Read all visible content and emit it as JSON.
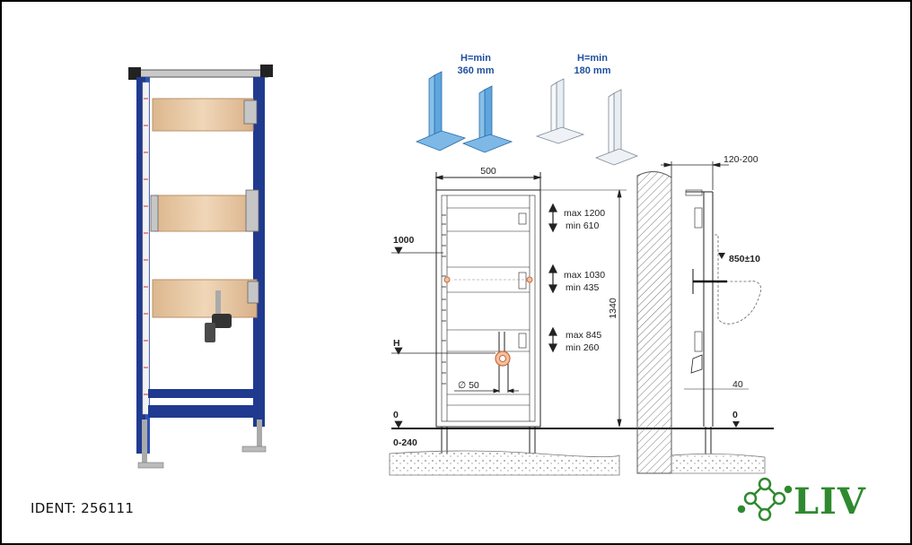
{
  "labels": {
    "bracket_tall": [
      "H=min",
      "360 mm"
    ],
    "bracket_short": [
      "H=min",
      "180 mm"
    ],
    "width": "500",
    "height_total": "1340",
    "range_top": [
      "max 1200",
      "min 610"
    ],
    "range_mid": [
      "max 1030",
      "min 435"
    ],
    "range_low": [
      "max 845",
      "min 260"
    ],
    "level_1000": "1000",
    "level_h": "H",
    "level_0_left": "0",
    "level_0_right": "0",
    "floor_range": "0-240",
    "pipe_diameter": "∅ 50",
    "depth": "120-200",
    "bowl_height": "850±10",
    "offset_40": "40"
  },
  "ident": "IDENT: 256111",
  "logo": {
    "text": "LIV",
    "color": "#2f8a2f",
    "icon": "molecule-icon"
  },
  "colors": {
    "frame_blue": "#1f3a8f",
    "wood": "#e8c9a4",
    "bracket_blue": "#5fa6dd",
    "line": "#222222"
  }
}
